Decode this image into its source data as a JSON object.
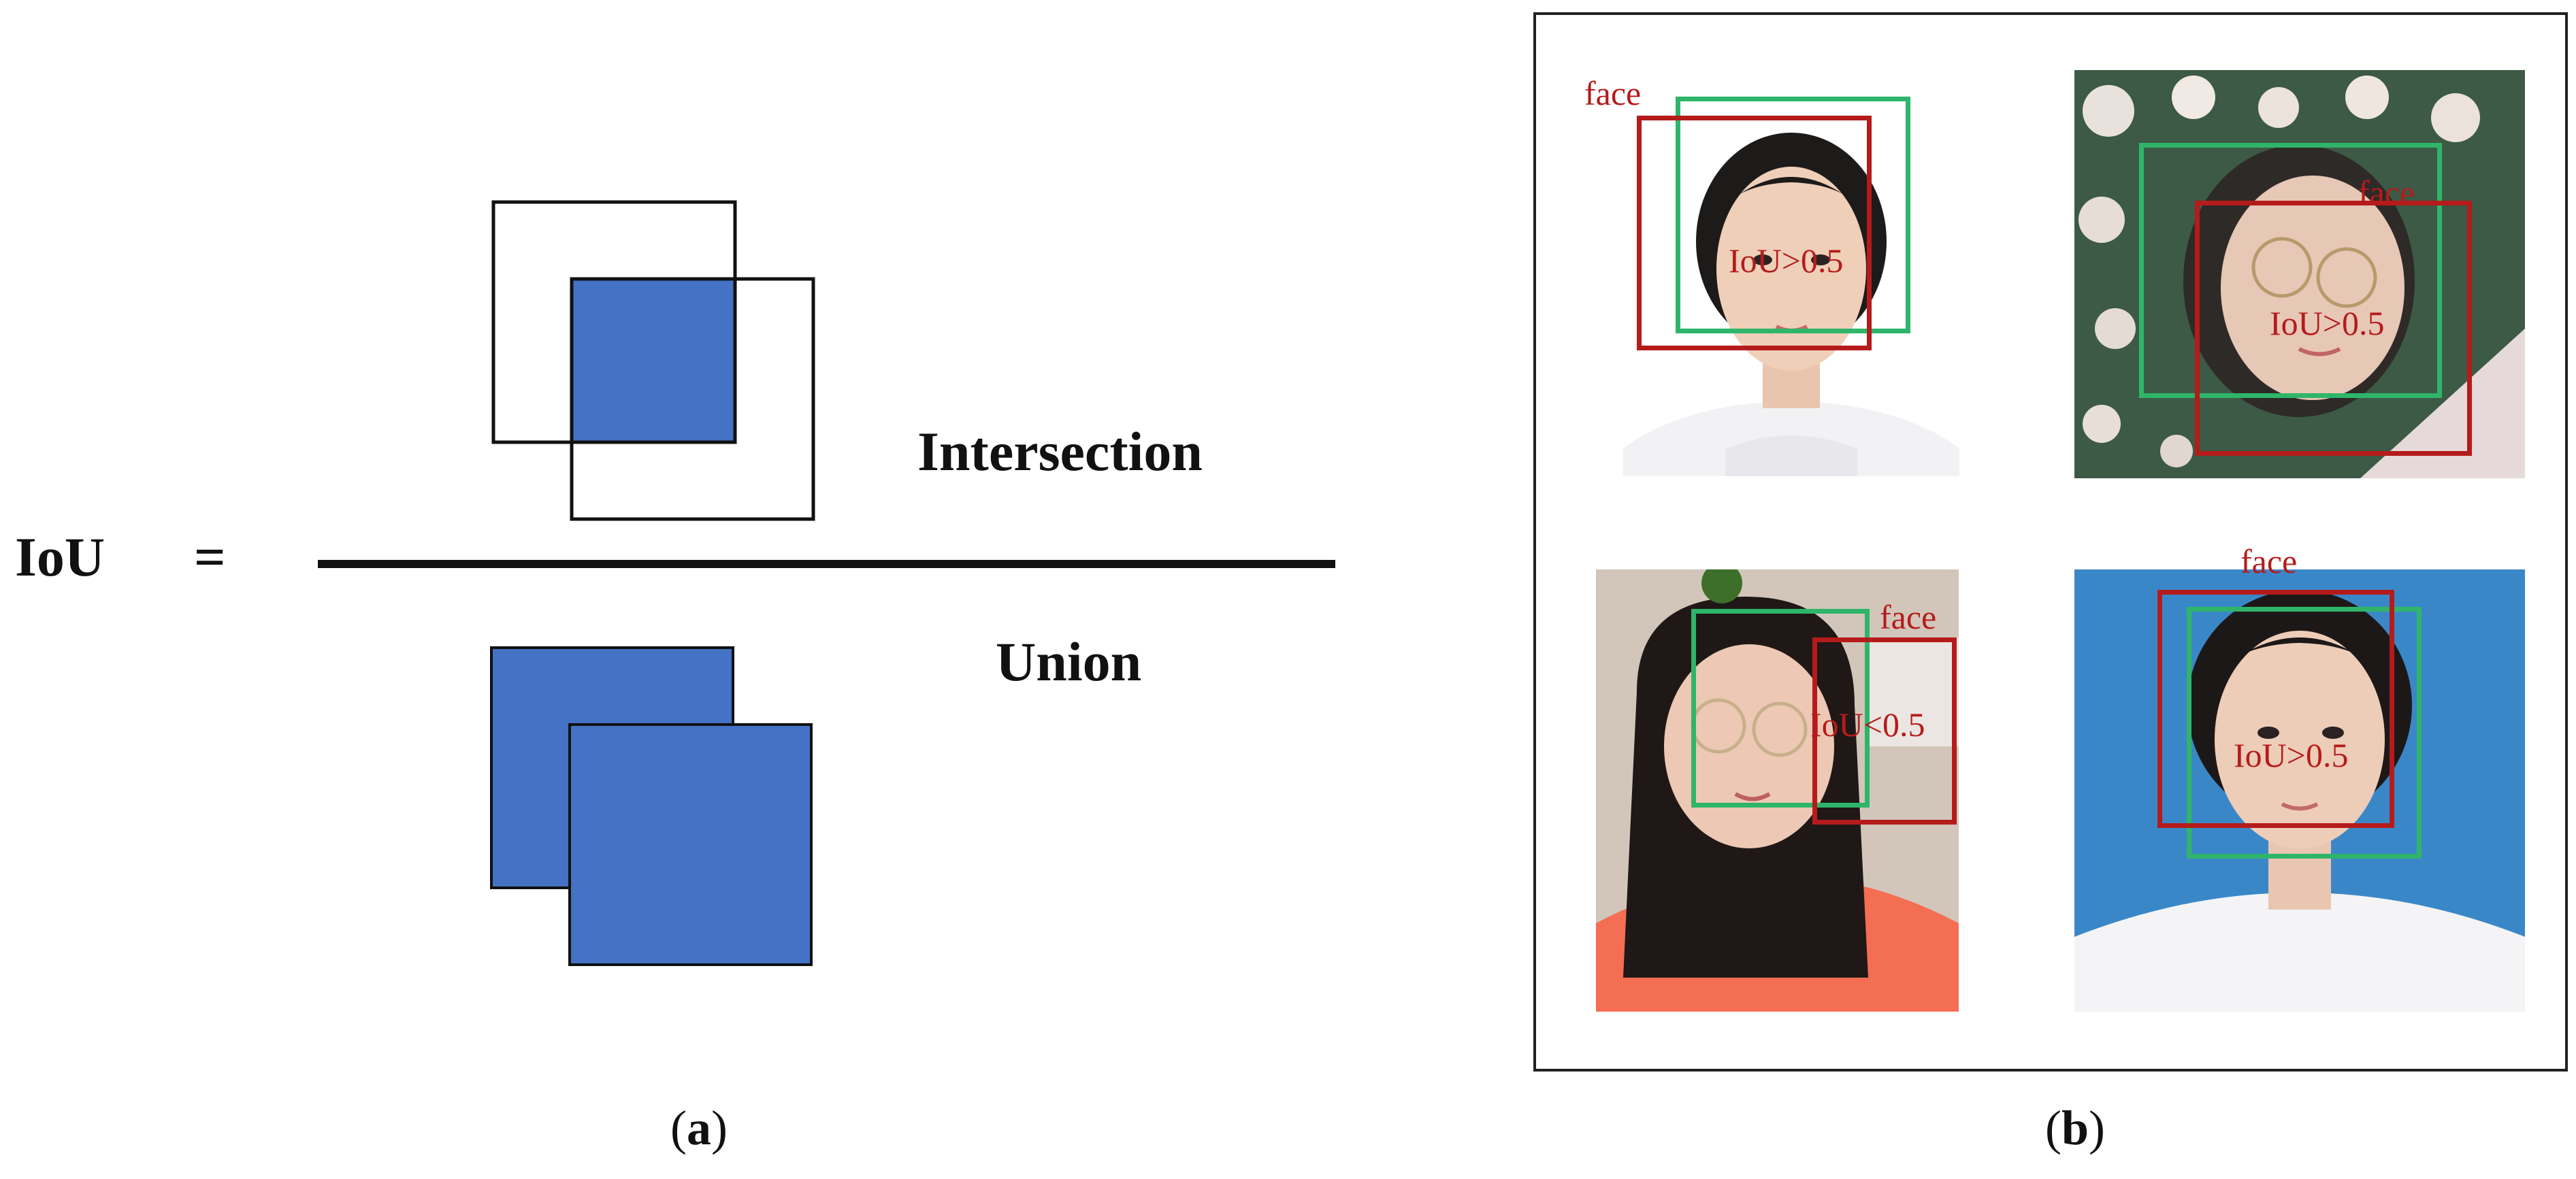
{
  "panel_a": {
    "iou_label": "IoU",
    "equals": "=",
    "numerator_label": "Intersection",
    "denominator_label": "Union",
    "caption_paren_open": "(",
    "caption_letter": "a",
    "caption_paren_close": ")",
    "fill_color": "#4472c4",
    "outline_color": "#111111"
  },
  "panel_b": {
    "caption_paren_open": "(",
    "caption_letter": "b",
    "caption_paren_close": ")",
    "prediction_box_color": "#b51b1b",
    "ground_truth_box_color": "#2fb56a",
    "examples": [
      {
        "class_label": "face",
        "iou_text": "IoU>0.5"
      },
      {
        "class_label": "face",
        "iou_text": "IoU>0.5"
      },
      {
        "class_label": "face",
        "iou_text": "IoU<0.5"
      },
      {
        "class_label": "face",
        "iou_text": "IoU>0.5"
      }
    ]
  }
}
